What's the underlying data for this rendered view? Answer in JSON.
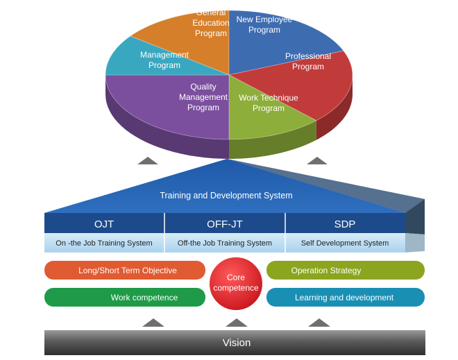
{
  "pie": {
    "segments": [
      {
        "label_lines": [
          "General",
          "Education",
          "Program"
        ],
        "color": "#D57F2B"
      },
      {
        "label_lines": [
          "New Employee",
          "Program"
        ],
        "color": "#3E6CB0"
      },
      {
        "label_lines": [
          "Professional",
          "Program"
        ],
        "color": "#C23B3B"
      },
      {
        "label_lines": [
          "Work Technique",
          "Program"
        ],
        "color": "#8DAE3B"
      },
      {
        "label_lines": [
          "Quality",
          "Management",
          "Program"
        ],
        "color": "#7C4F9E"
      },
      {
        "label_lines": [
          "Management",
          "Program"
        ],
        "color": "#3AA7C0"
      }
    ]
  },
  "system": {
    "title": "Training and Development System",
    "columns": [
      {
        "code": "OJT",
        "name": "On -the Job Training System"
      },
      {
        "code": "OFF-JT",
        "name": "Off-the Job Training System"
      },
      {
        "code": "SDP",
        "name": "Self Development System"
      }
    ]
  },
  "competence": {
    "center": [
      "Core",
      "competence"
    ],
    "left": [
      {
        "label": "Long/Short Term Objective",
        "color": "#E05A32"
      },
      {
        "label": "Work competence",
        "color": "#1F9A48"
      }
    ],
    "right": [
      {
        "label": "Operation Strategy",
        "color": "#8CA51F"
      },
      {
        "label": "Learning and development",
        "color": "#1A8FB4"
      }
    ],
    "center_color": "#E0262E"
  },
  "vision": {
    "label": "Vision"
  }
}
